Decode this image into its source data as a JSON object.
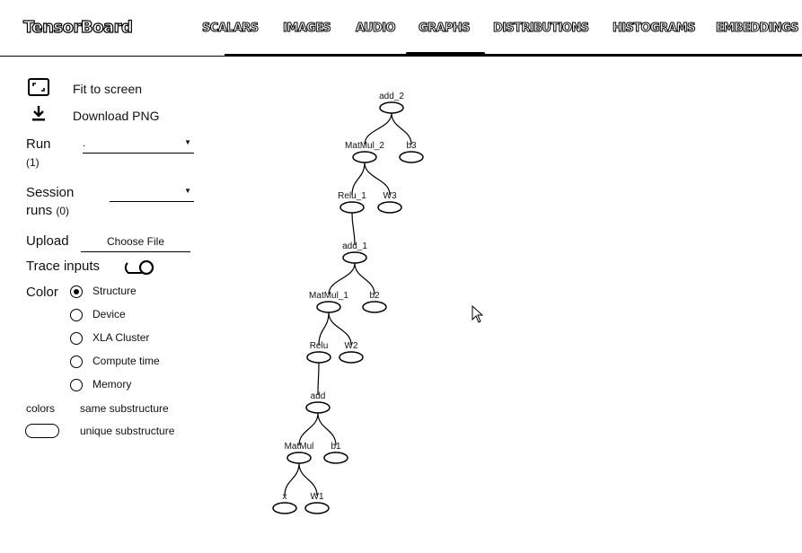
{
  "app": {
    "title": "TensorBoard"
  },
  "tabs": [
    {
      "label": "SCALARS"
    },
    {
      "label": "IMAGES"
    },
    {
      "label": "AUDIO"
    },
    {
      "label": "GRAPHS"
    },
    {
      "label": "DISTRIBUTIONS"
    },
    {
      "label": "HISTOGRAMS"
    },
    {
      "label": "EMBEDDINGS"
    }
  ],
  "active_tab": "GRAPHS",
  "sidebar": {
    "fit_label": "Fit to screen",
    "download_label": "Download PNG",
    "run": {
      "label": "Run",
      "count": "(1)",
      "value": "."
    },
    "session": {
      "label_1": "Session",
      "label_2": "runs",
      "count": "(0)",
      "value": ""
    },
    "upload": {
      "label": "Upload",
      "button": "Choose File"
    },
    "trace": {
      "label": "Trace inputs"
    },
    "color": {
      "label": "Color",
      "options": [
        "Structure",
        "Device",
        "XLA Cluster",
        "Compute time",
        "Memory"
      ],
      "selected": "Structure"
    },
    "legend": {
      "colors_label": "colors",
      "same_label": "same substructure",
      "unique_label": "unique substructure"
    }
  },
  "graph": {
    "nodes": [
      "add_2",
      "MatMul_2",
      "b3",
      "Relu_1",
      "W3",
      "add_1",
      "MatMul_1",
      "b2",
      "Relu",
      "W2",
      "add",
      "MatMul",
      "b1",
      "x",
      "W1"
    ]
  }
}
